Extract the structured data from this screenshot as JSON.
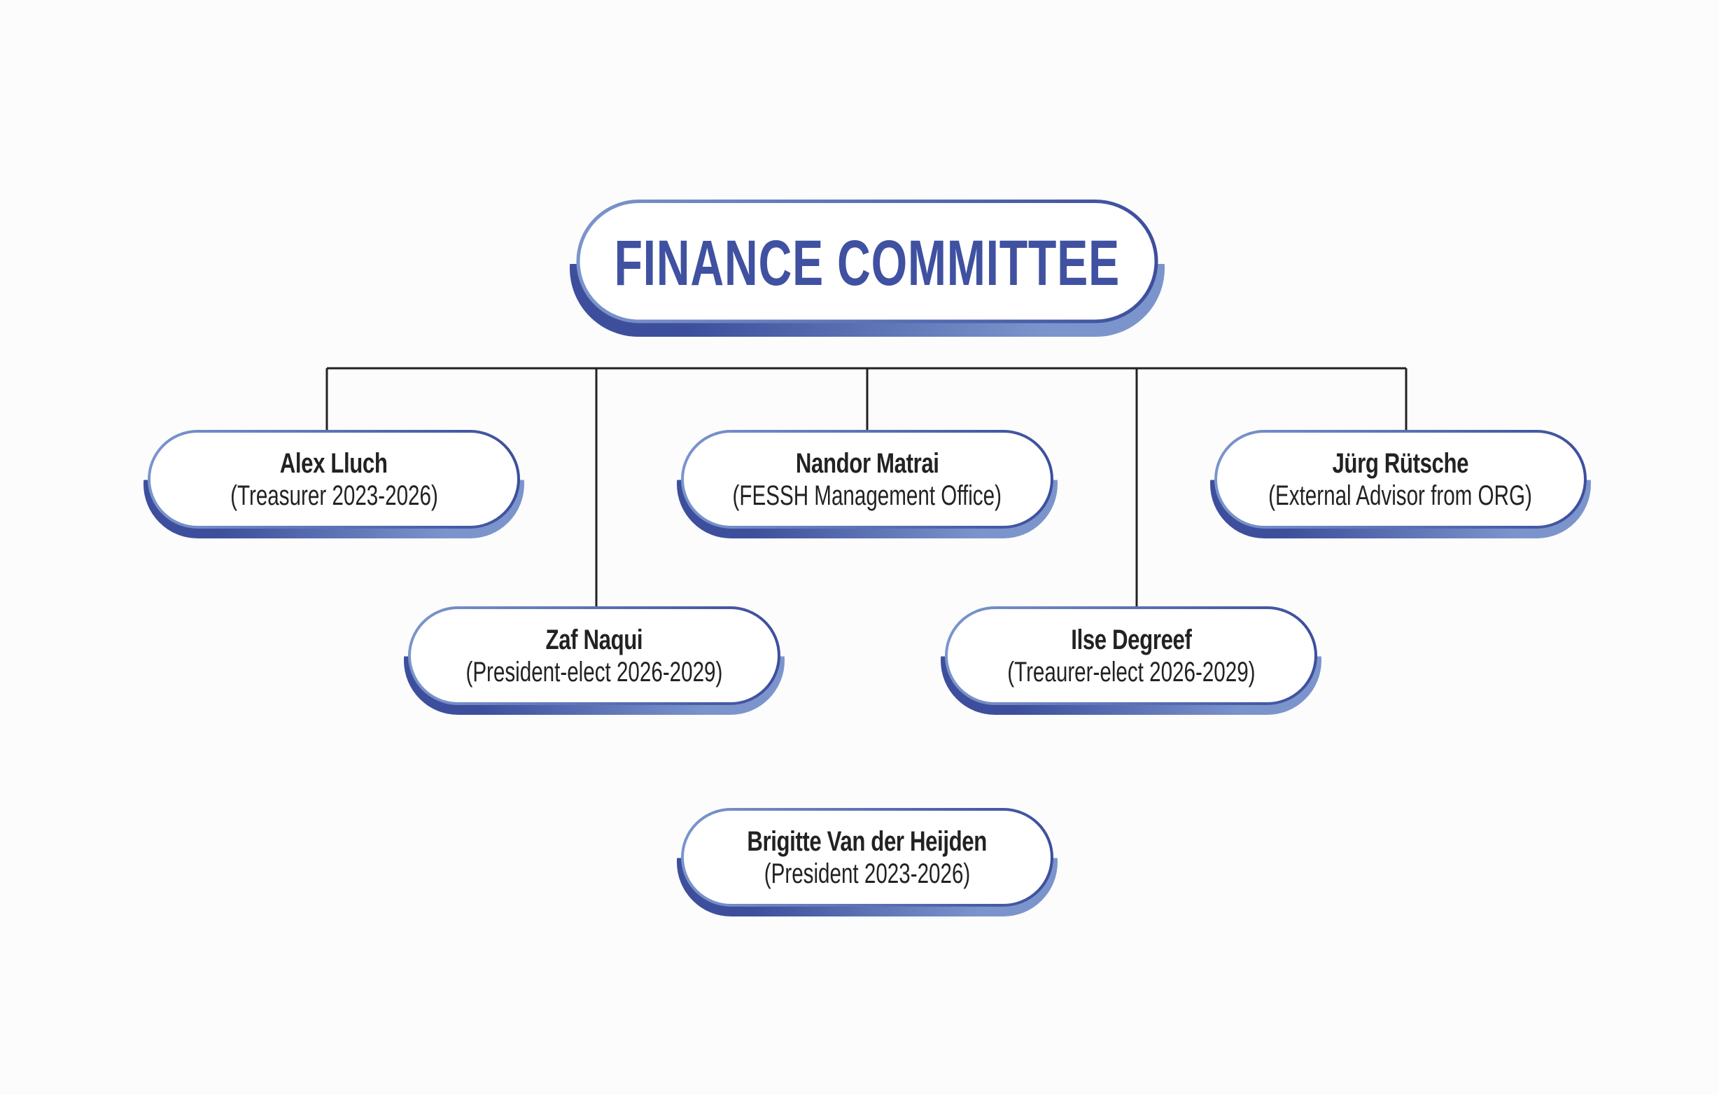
{
  "title": "FINANCE COMMITTEE",
  "colors": {
    "dark": "#3d4f9c",
    "light": "#7b95cc",
    "title_text": "#3f51a0",
    "line": "#222222"
  },
  "members": [
    {
      "name": "Alex Lluch",
      "role": "(Treasurer 2023-2026)"
    },
    {
      "name": "Nandor Matrai",
      "role": "(FESSH Management Office)"
    },
    {
      "name": "Jürg Rütsche",
      "role": "(External Advisor from ORG)"
    },
    {
      "name": "Zaf Naqui",
      "role": "(President-elect 2026-2029)"
    },
    {
      "name": "Ilse Degreef",
      "role": "(Treaurer-elect 2026-2029)"
    },
    {
      "name": "Brigitte Van der Heijden",
      "role": "(President 2023-2026)"
    }
  ]
}
